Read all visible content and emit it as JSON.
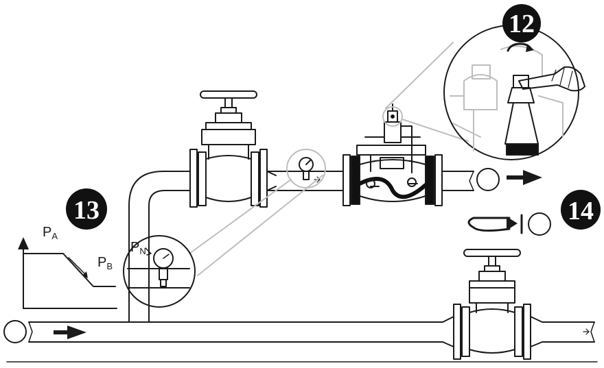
{
  "steps": {
    "step_12": "12",
    "step_13": "13",
    "step_14": "14"
  },
  "pressure_labels": {
    "pa_main": "P",
    "pa_sub": "A",
    "pb_main": "P",
    "pb_sub": "B",
    "pn_main": "P",
    "pn_sub": "N"
  },
  "colors": {
    "line": "#1a1a1a",
    "detail_gray": "#bdbdbd",
    "badge": "#111111",
    "background": "#ffffff"
  },
  "icons": [
    "flow-arrow-icon",
    "rotate-arrow-icon",
    "pressure-gauge-icon",
    "gate-valve-icon",
    "pressure-reducing-valve-icon",
    "wrench-hand-icon"
  ]
}
